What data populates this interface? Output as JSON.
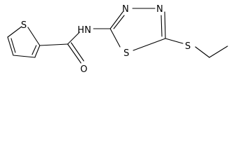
{
  "atoms": {
    "thiophene_S": "S",
    "amide_N": "N",
    "amide_H": "H",
    "carbonyl_O": "O",
    "ring_S": "S",
    "ring_N1": "N",
    "ring_N2": "N",
    "thioether_S": "S"
  }
}
